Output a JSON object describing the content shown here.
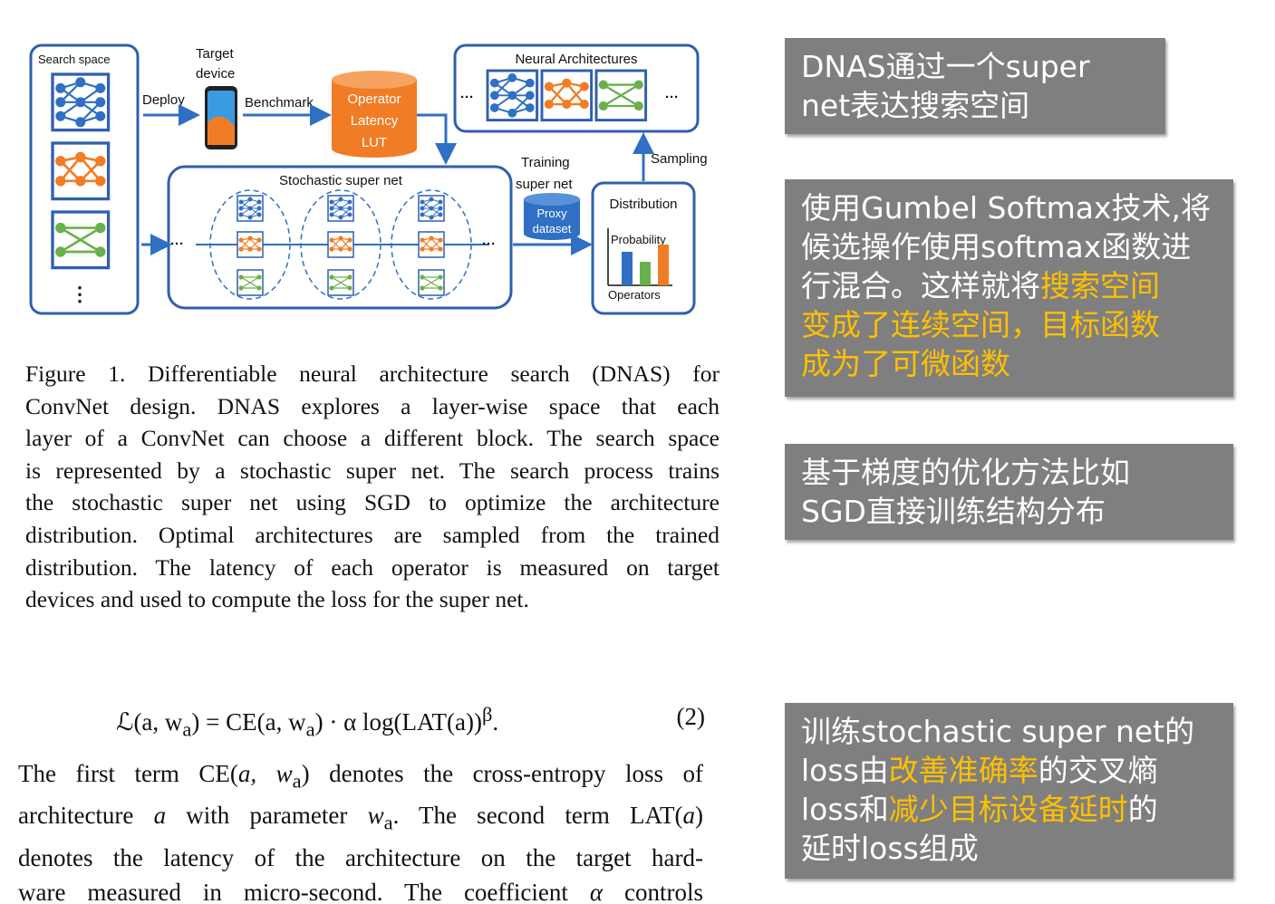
{
  "diagram": {
    "search_space": "Search space",
    "ellipsis_vertical": "⋮",
    "target_device_line1": "Target",
    "target_device_line2": "device",
    "deploy": "Deploy",
    "benchmark": "Benchmark",
    "lut_line1": "Operator",
    "lut_line2": "Latency",
    "lut_line3": "LUT",
    "neural_architectures": "Neural Architectures",
    "ellipsis": "···",
    "sampling": "Sampling",
    "training_line1": "Training",
    "training_line2": "super net",
    "proxy_line1": "Proxy",
    "proxy_line2": "dataset",
    "distribution": "Distribution",
    "probability": "Probability",
    "operators": "Operators",
    "stochastic_super_net": "Stochastic super net",
    "colors": {
      "blue": "#2f6fc4",
      "orange": "#f07d26",
      "green": "#6ab04c",
      "box_stroke": "#2f5fb0"
    }
  },
  "caption": {
    "lines": [
      "Figure 1. Differentiable neural architecture search (DNAS) for",
      "ConvNet design.  DNAS explores a layer-wise space that each",
      "layer of a ConvNet can choose a different block. The search space",
      "is represented by a stochastic super net. The search process trains",
      "the stochastic super net using SGD to optimize the architecture",
      "distribution.  Optimal architectures are sampled from the trained",
      "distribution.  The latency of each operator is measured on target",
      "devices and used to compute the loss for the super net."
    ]
  },
  "equation": {
    "lhs": "ℒ(a, w",
    "lhs_sub": "a",
    "eq": ") = ",
    "ce": "CE(a, w",
    "ce_sub": "a",
    "mid": ") · α log(LAT(a))",
    "beta": "β",
    "end": ".",
    "number": "(2)"
  },
  "paragraph": {
    "l1_a": "The first term CE(",
    "l1_b": "a, w",
    "l1_sub": "a",
    "l1_c": ") denotes the cross-entropy loss of",
    "l2_a": "architecture ",
    "l2_b": "a",
    "l2_c": " with parameter ",
    "l2_d": "w",
    "l2_sub": "a",
    "l2_e": ". The second term LAT(",
    "l2_f": "a",
    "l2_g": ")",
    "l3": "denotes the latency of the architecture on the target hard-",
    "l4_a": "ware measured in micro-second. The coefficient ",
    "l4_b": "α",
    "l4_c": " controls"
  },
  "notes": {
    "n1": {
      "l1": "DNAS通过一个super",
      "l2": "net表达搜索空间"
    },
    "n2": {
      "l1": "使用Gumbel Softmax技术,将",
      "l2": "候选操作使用softmax函数进",
      "l3a": "行混合。这样就将",
      "l3b": "搜索空间",
      "l4": "变成了连续空间，目标函数",
      "l5": "成为了可微函数"
    },
    "n3": {
      "l1": "基于梯度的优化方法比如",
      "l2": "SGD直接训练结构分布"
    },
    "n4": {
      "l1": "训练stochastic super net的",
      "l2a": "loss由",
      "l2b": "改善准确率",
      "l2c": "的交叉熵",
      "l3a": "loss和",
      "l3b": "减少目标设备延时",
      "l3c": "的",
      "l4": "延时loss组成"
    },
    "colors": {
      "box": "#7f7f7f",
      "highlight": "#ffc000",
      "text": "#ffffff"
    }
  }
}
